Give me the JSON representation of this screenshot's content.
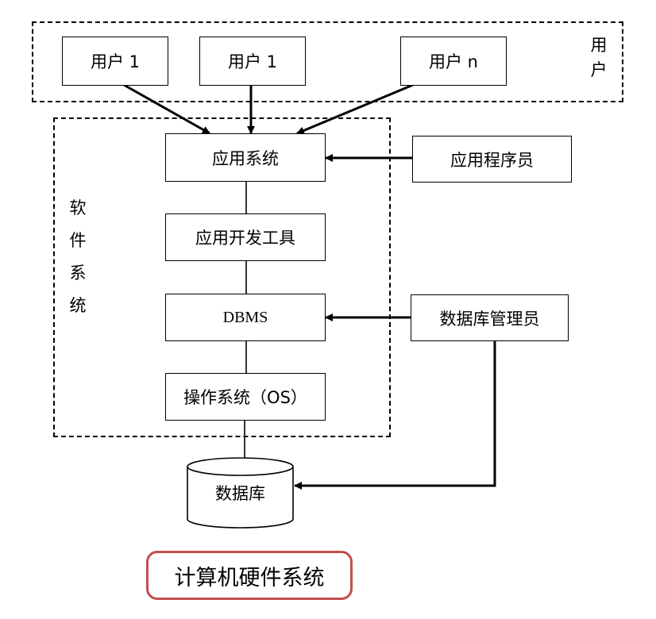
{
  "users": {
    "group_label_chars": [
      "用",
      "户"
    ],
    "items": [
      "用户 1",
      "用户 1",
      "用户 n"
    ]
  },
  "software": {
    "group_label_chars": [
      "软",
      "件",
      "系",
      "统"
    ],
    "layers": [
      "应用系统",
      "应用开发工具",
      "DBMS",
      "操作系统（OS）"
    ]
  },
  "roles": {
    "app_programmer": "应用程序员",
    "dba": "数据库管理员"
  },
  "database": "数据库",
  "hardware": "计算机硬件系统"
}
